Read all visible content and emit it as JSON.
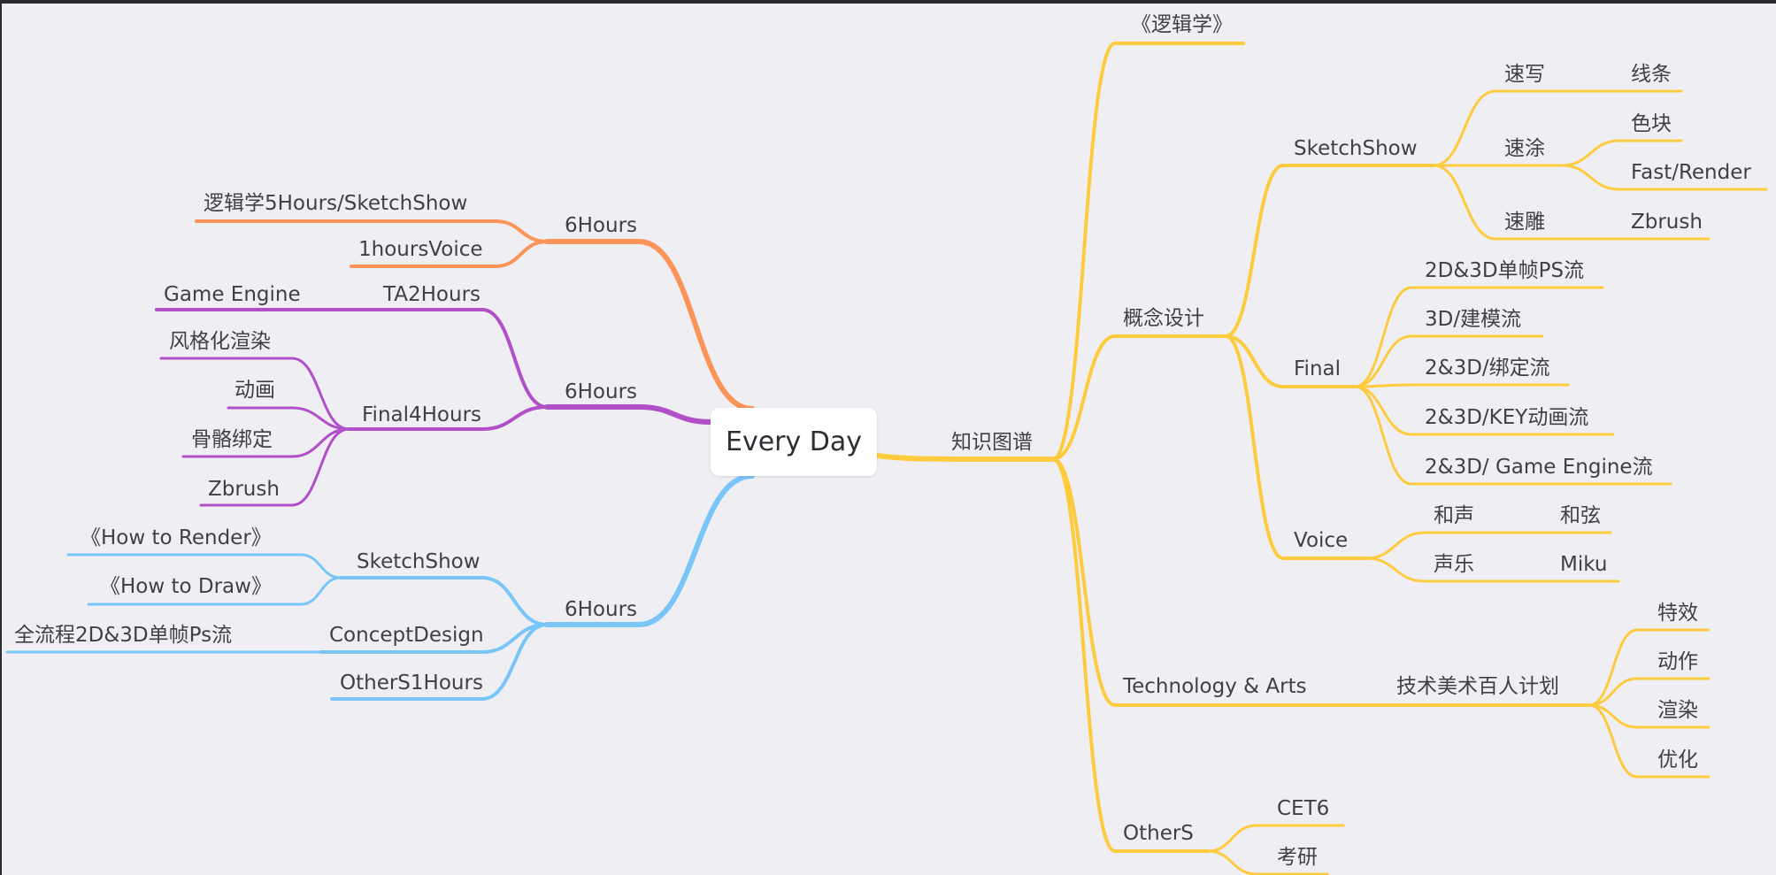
{
  "colors": {
    "background": "#efeff3",
    "root_fill": "#ffffff",
    "orange_branch": "#fb9458",
    "purple_branch": "#b04fc8",
    "blue_branch": "#79c5f7",
    "yellow_branch": "#fecb3e"
  },
  "root": {
    "label": "Every Day"
  },
  "left": {
    "orange": {
      "label": "6Hours",
      "children": [
        "逻辑学5Hours/SketchShow",
        "1hoursVoice"
      ]
    },
    "purple": {
      "label": "6Hours",
      "ta": {
        "label": "TA2Hours",
        "children": [
          "Game Engine"
        ]
      },
      "final": {
        "label": "Final4Hours",
        "children": [
          "风格化渲染",
          "动画",
          "骨骼绑定",
          "Zbrush"
        ]
      }
    },
    "blue": {
      "label": "6Hours",
      "sketch": {
        "label": "SketchShow",
        "children": [
          "《How to Render》",
          "《How to Draw》"
        ]
      },
      "concept": {
        "label": "ConceptDesign",
        "children": [
          "全流程2D&3D单帧Ps流"
        ]
      },
      "others": {
        "label": "OtherS1Hours"
      }
    }
  },
  "right": {
    "label": "知识图谱",
    "logic": "《逻辑学》",
    "concept": {
      "label": "概念设计",
      "sketch": {
        "label": "SketchShow",
        "suxie": {
          "label": "速写",
          "children": [
            "线条"
          ]
        },
        "sutu": {
          "label": "速涂",
          "children": [
            "色块",
            "Fast/Render"
          ]
        },
        "sudiao": {
          "label": "速雕",
          "children": [
            "Zbrush"
          ]
        }
      },
      "final": {
        "label": "Final",
        "children": [
          "2D&3D单帧PS流",
          "3D/建模流",
          "2&3D/绑定流",
          "2&3D/KEY动画流",
          "2&3D/ Game Engine流"
        ]
      },
      "voice": {
        "label": "Voice",
        "harmony": {
          "label": "和声",
          "children": [
            "和弦"
          ]
        },
        "vocal": {
          "label": "声乐",
          "children": [
            "Miku"
          ]
        }
      }
    },
    "tech": {
      "label": "Technology & Arts",
      "plan": {
        "label": "技术美术百人计划",
        "children": [
          "特效",
          "动作",
          "渲染",
          "优化"
        ]
      }
    },
    "others": {
      "label": "OtherS",
      "children": [
        "CET6",
        "考研"
      ]
    }
  }
}
